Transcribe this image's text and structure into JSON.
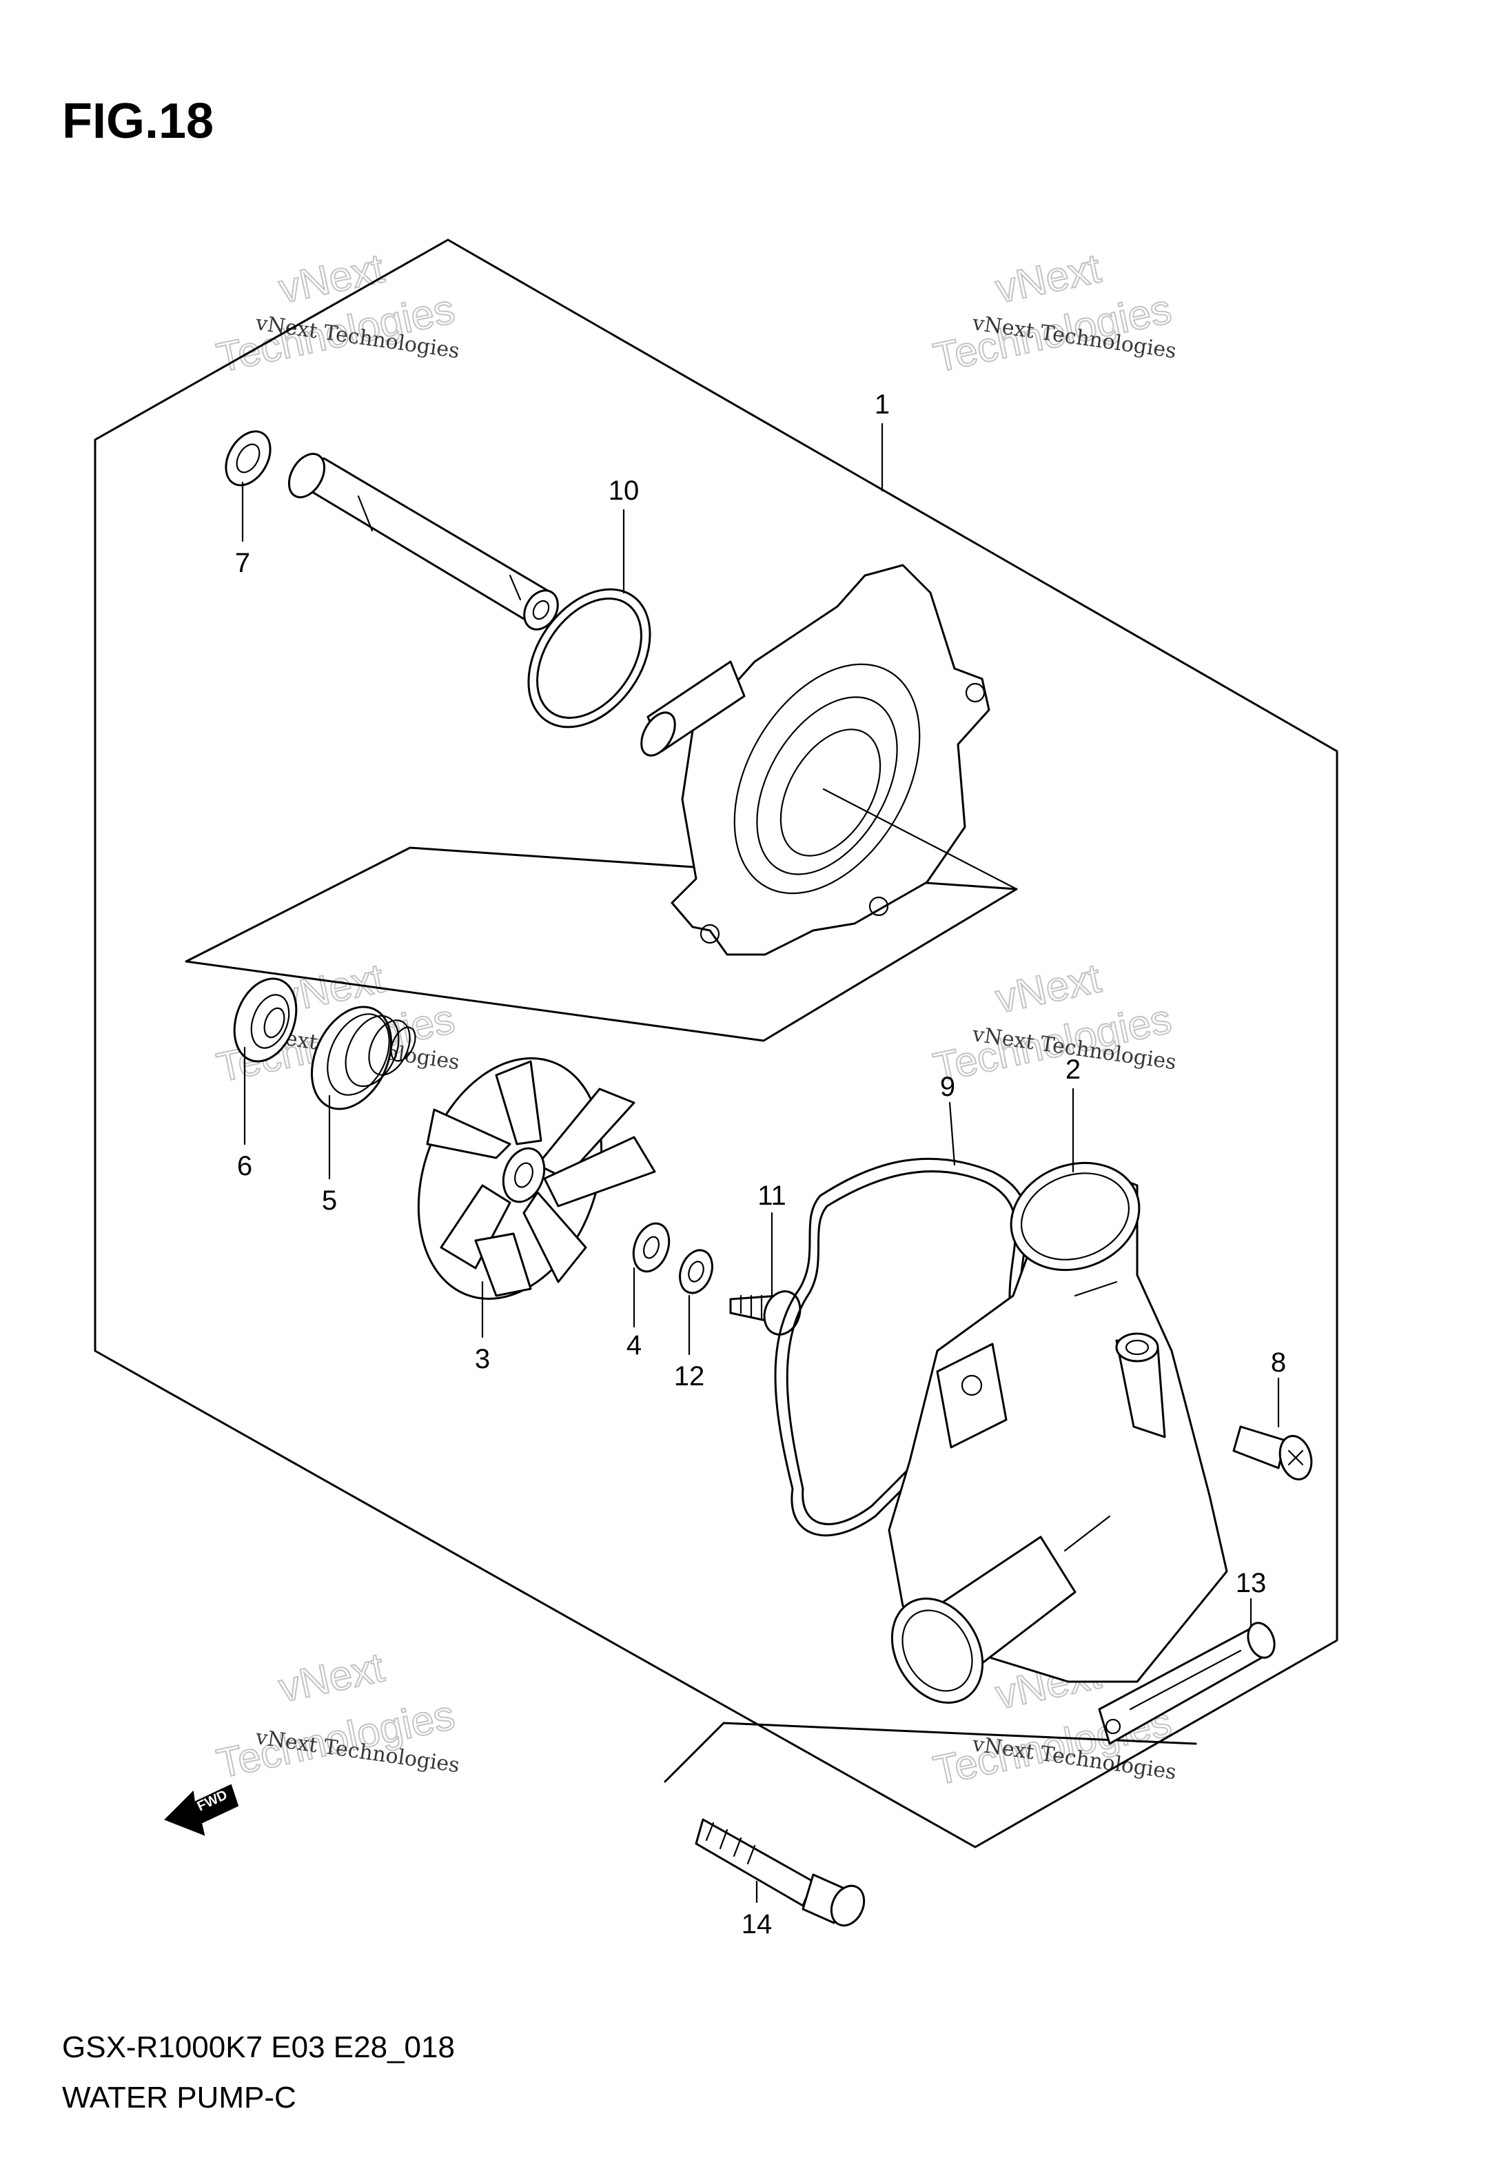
{
  "figure": {
    "title": "FIG.18"
  },
  "footer": {
    "model_code": "GSX-R1000K7 E03 E28_018",
    "section_name": "WATER PUMP-C"
  },
  "forward_indicator": {
    "label": "FWD"
  },
  "watermark": {
    "line1": "vNext Technologies",
    "line2": "vNext",
    "line3": "Technologies"
  },
  "callouts": [
    {
      "id": "1",
      "part": "water-pump-assembly"
    },
    {
      "id": "2",
      "part": "pump-case"
    },
    {
      "id": "3",
      "part": "impeller"
    },
    {
      "id": "4",
      "part": "washer"
    },
    {
      "id": "5",
      "part": "mechanical-seal"
    },
    {
      "id": "6",
      "part": "oil-seal"
    },
    {
      "id": "7",
      "part": "shaft-washer"
    },
    {
      "id": "8",
      "part": "case-screw"
    },
    {
      "id": "9",
      "part": "case-o-ring"
    },
    {
      "id": "10",
      "part": "housing-o-ring"
    },
    {
      "id": "11",
      "part": "impeller-bolt"
    },
    {
      "id": "12",
      "part": "gasket-washer"
    },
    {
      "id": "13",
      "part": "hose-clamp"
    },
    {
      "id": "14",
      "part": "mounting-bolt"
    }
  ]
}
